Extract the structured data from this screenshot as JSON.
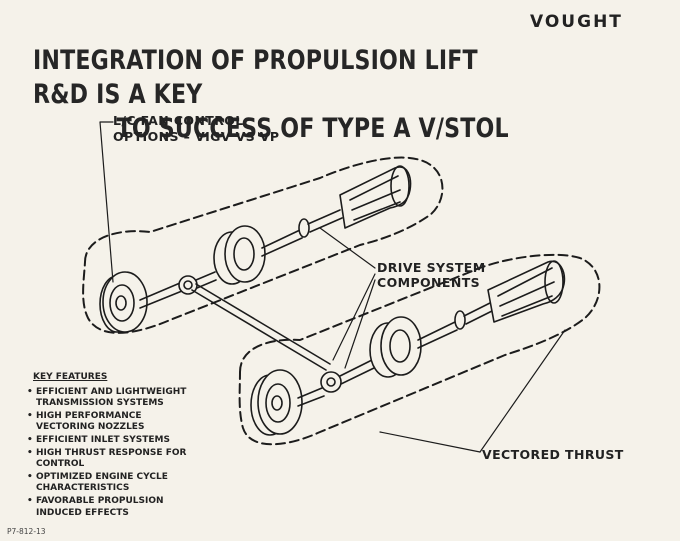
{
  "brand": "VOUGHT",
  "title": {
    "line1": "INTEGRATION OF PROPULSION LIFT R&D IS A KEY",
    "line2": "TO SUCCESS OF TYPE A V/STOL"
  },
  "labels": {
    "fan_control_1": "L/C FAN CONTROL",
    "fan_control_2": "OPTIONS – VIGV VS VP",
    "drive_system_1": "DRIVE SYSTEM",
    "drive_system_2": "COMPONENTS",
    "vectored_thrust": "VECTORED THRUST"
  },
  "key_features": {
    "heading": "KEY FEATURES",
    "items": [
      "EFFICIENT AND LIGHTWEIGHT\nTRANSMISSION SYSTEMS",
      "HIGH PERFORMANCE\nVECTORING NOZZLES",
      "EFFICIENT INLET SYSTEMS",
      "HIGH THRUST RESPONSE FOR\nCONTROL",
      "OPTIMIZED ENGINE CYCLE\nCHARACTERISTICS",
      "FAVORABLE PROPULSION\nINDUCED EFFECTS"
    ]
  },
  "footer_code": "P7-812-13",
  "colors": {
    "background": "#f5f2ea",
    "ink": "#1b1b1b"
  }
}
